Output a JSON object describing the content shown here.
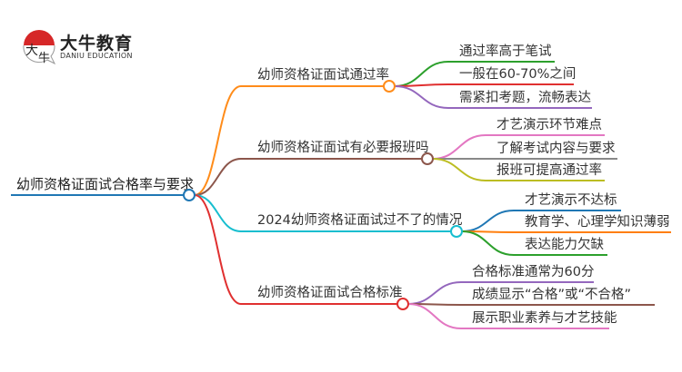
{
  "logo": {
    "name": "大牛教育",
    "subtitle": "DANIU EDUCATION",
    "mark": "大牛"
  },
  "root": {
    "label": "幼师资格证面试合格率与要求",
    "color": "#1f77b4"
  },
  "branches": [
    {
      "label": "幼师资格证面试通过率",
      "color": "#ff8c1a",
      "leaves": [
        {
          "label": "通过率高于笔试",
          "color": "#2ca02c"
        },
        {
          "label": "一般在60-70%之间",
          "color": "#e03030"
        },
        {
          "label": "需紧扣考题，流畅表达",
          "color": "#9467bd"
        }
      ]
    },
    {
      "label": "幼师资格证面试有必要报班吗",
      "color": "#8c564b",
      "leaves": [
        {
          "label": "才艺演示环节难点",
          "color": "#e377c2"
        },
        {
          "label": "了解考试内容与要求",
          "color": "#888888"
        },
        {
          "label": "报班可提高通过率",
          "color": "#bcbd22"
        }
      ]
    },
    {
      "label": "2024幼师资格证面试过不了的情况",
      "color": "#17becf",
      "leaves": [
        {
          "label": "才艺演示不达标",
          "color": "#1f77b4"
        },
        {
          "label": "教育学、心理学知识薄弱",
          "color": "#ff7f0e"
        },
        {
          "label": "表达能力欠缺",
          "color": "#2ca02c"
        }
      ]
    },
    {
      "label": "幼师资格证面试合格标准",
      "color": "#e03030",
      "leaves": [
        {
          "label": "合格标准通常为60分",
          "color": "#9467bd"
        },
        {
          "label": "成绩显示“合格”或“不合格”",
          "color": "#8c564b"
        },
        {
          "label": "展示职业素养与才艺技能",
          "color": "#e377c2"
        }
      ]
    }
  ]
}
